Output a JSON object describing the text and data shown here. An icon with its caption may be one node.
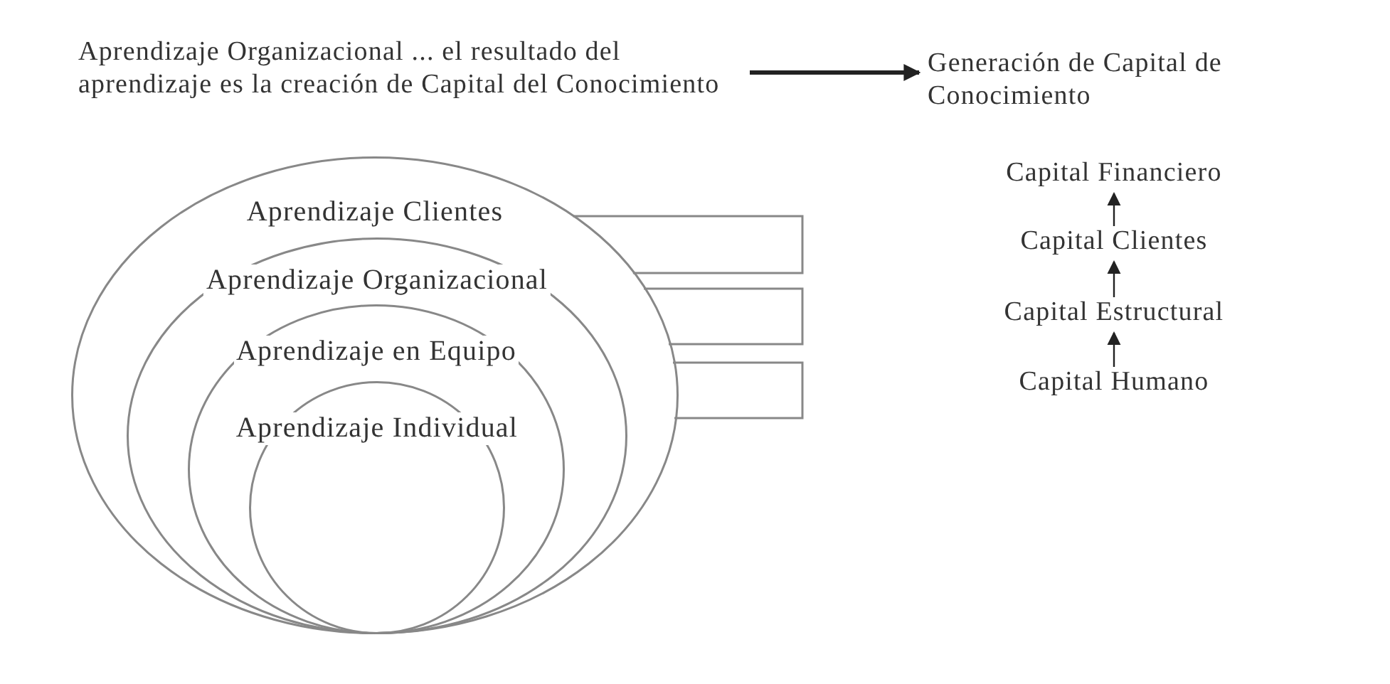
{
  "diagram": {
    "nodes": [
      {
        "text": [
          "Aprendizaje Organizacional ... el resultado del aprendizaje es la creación de Capital del Conocimiento"
        ]
      },
      {
        "text": [
          "Generación de Capital de Conocimiento"
        ]
      },
      {
        "text": [
          "Aprendizaje Clientes"
        ]
      },
      {
        "text": [
          "Aprendizaje Organizacional"
        ],
        "in": 2
      },
      {
        "text": [
          "Aprendizaje en Equipo"
        ],
        "in": 3
      },
      {
        "text": [
          "Aprendizaje Individual"
        ],
        "in": 4
      },
      {
        "text": [
          "Capital Financiero"
        ]
      },
      {
        "text": [
          "Capital Clientes"
        ]
      },
      {
        "text": [
          "Capital Estructural"
        ]
      },
      {
        "text": [
          "Capital Humano"
        ]
      }
    ],
    "edges": [
      {
        "from": 0,
        "to": 1,
        "arrow": "to",
        "style": "thick"
      },
      {
        "from": 9,
        "to": 8,
        "arrow": "to"
      },
      {
        "from": 8,
        "to": 7,
        "arrow": "to"
      },
      {
        "from": 7,
        "to": 6,
        "arrow": "to"
      }
    ]
  }
}
